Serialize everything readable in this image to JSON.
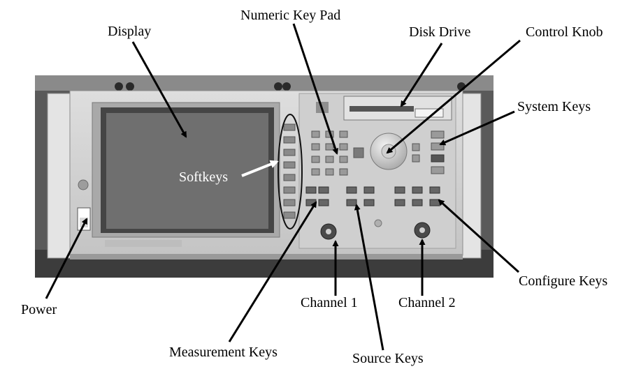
{
  "labels": {
    "display": "Display",
    "numeric_key_pad": "Numeric Key Pad",
    "disk_drive": "Disk Drive",
    "control_knob": "Control Knob",
    "system_keys": "System Keys",
    "softkeys": "Softkeys",
    "power": "Power",
    "channel_1": "Channel 1",
    "channel_2": "Channel 2",
    "configure_keys": "Configure Keys",
    "measurement_keys": "Measurement Keys",
    "source_keys": "Source Keys"
  },
  "colors": {
    "background": "#ffffff",
    "bench": "#3c3c3c",
    "panel": "#d6d6d6",
    "panel_dark": "#b5b5b5",
    "screen": "#6f6f6f",
    "screen_bezel": "#454545",
    "arrow": "#000000",
    "softkey_arrow": "#ffffff"
  }
}
